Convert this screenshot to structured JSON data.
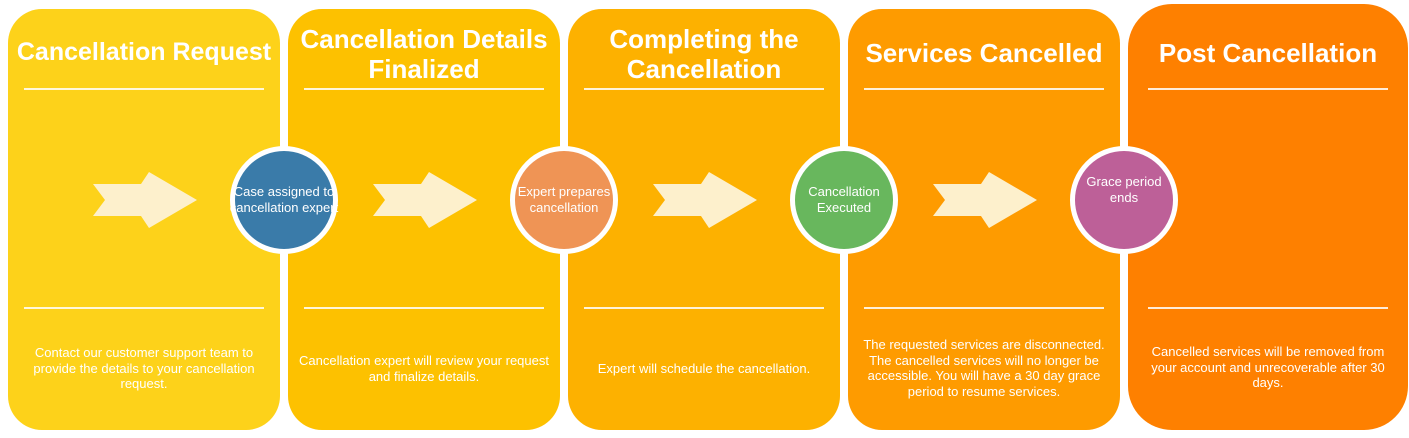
{
  "colors": {
    "stage1": "#fdd21a",
    "stage2": "#fdc100",
    "stage3": "#fdb100",
    "stage4": "#fe9b00",
    "stage5": "#fe8000",
    "arrow": "#fdf0cc",
    "milestone1": "#3a7ba9",
    "milestone2": "#ef9455",
    "milestone3": "#68b75d",
    "milestone4": "#bd6098"
  },
  "stages": [
    {
      "title": "Cancellation Request",
      "description": "Contact our customer support team to provide the details to your cancellation request."
    },
    {
      "title": "Cancellation Details Finalized",
      "description": "Cancellation expert will review your request and finalize details."
    },
    {
      "title": "Completing the Cancellation",
      "description": "Expert will schedule the cancellation."
    },
    {
      "title": "Services Cancelled",
      "description": "The requested services are disconnected. The cancelled services will no longer be accessible. You will have a 30 day grace period to resume services."
    },
    {
      "title": "Post Cancellation",
      "description": "Cancelled services will be removed from your account and unrecoverable after 30 days."
    }
  ],
  "milestones": [
    {
      "label": "Case assigned to cancellation expert",
      "icon": "circle-milestone"
    },
    {
      "label": "Expert prepares cancellation",
      "icon": "circle-milestone"
    },
    {
      "label": "Cancellation Executed",
      "icon": "circle-milestone"
    },
    {
      "label": "Grace period ends",
      "icon": "circle-milestone"
    }
  ],
  "arrows": [
    {
      "icon": "chevron-arrow-right"
    },
    {
      "icon": "chevron-arrow-right"
    },
    {
      "icon": "chevron-arrow-right"
    },
    {
      "icon": "chevron-arrow-right"
    }
  ]
}
